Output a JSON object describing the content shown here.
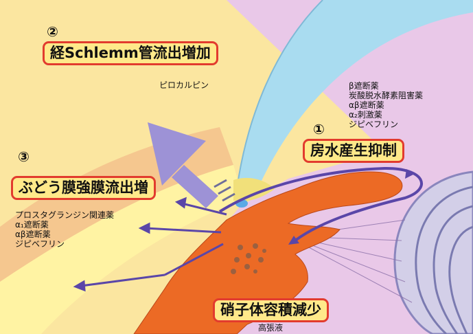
{
  "route_outflow_schlemm": {
    "number": "②",
    "title": "経Schlemm管流出増加",
    "drug": "ピロカルピン"
  },
  "route_production": {
    "number": "①",
    "title": "房水産生抑制",
    "drugs": [
      "β遮断薬",
      "炭酸脱水酵素阻害薬",
      "αβ遮断薬",
      "α₂刺激薬",
      "ジピベフリン"
    ]
  },
  "route_uveoscleral": {
    "number": "③",
    "title": "ぶどう膜強膜流出増",
    "drugs": [
      "プロスタグランジン関連薬",
      "α₁遮断薬",
      "αβ遮断薬",
      "ジピベフリン"
    ]
  },
  "route_vitreous": {
    "title": "硝子体容積減少",
    "drug": "高張液"
  },
  "colors": {
    "background": "#fbe6a0",
    "cornea": "#a9dcf0",
    "anterior_chamber": "#e7c6e6",
    "ciliary_body": "#ec6a25",
    "sclera": "#f4c58c",
    "arrow": "#5a46a8",
    "box_border": "#e23b2e",
    "box_fill": "#ffe98a"
  }
}
